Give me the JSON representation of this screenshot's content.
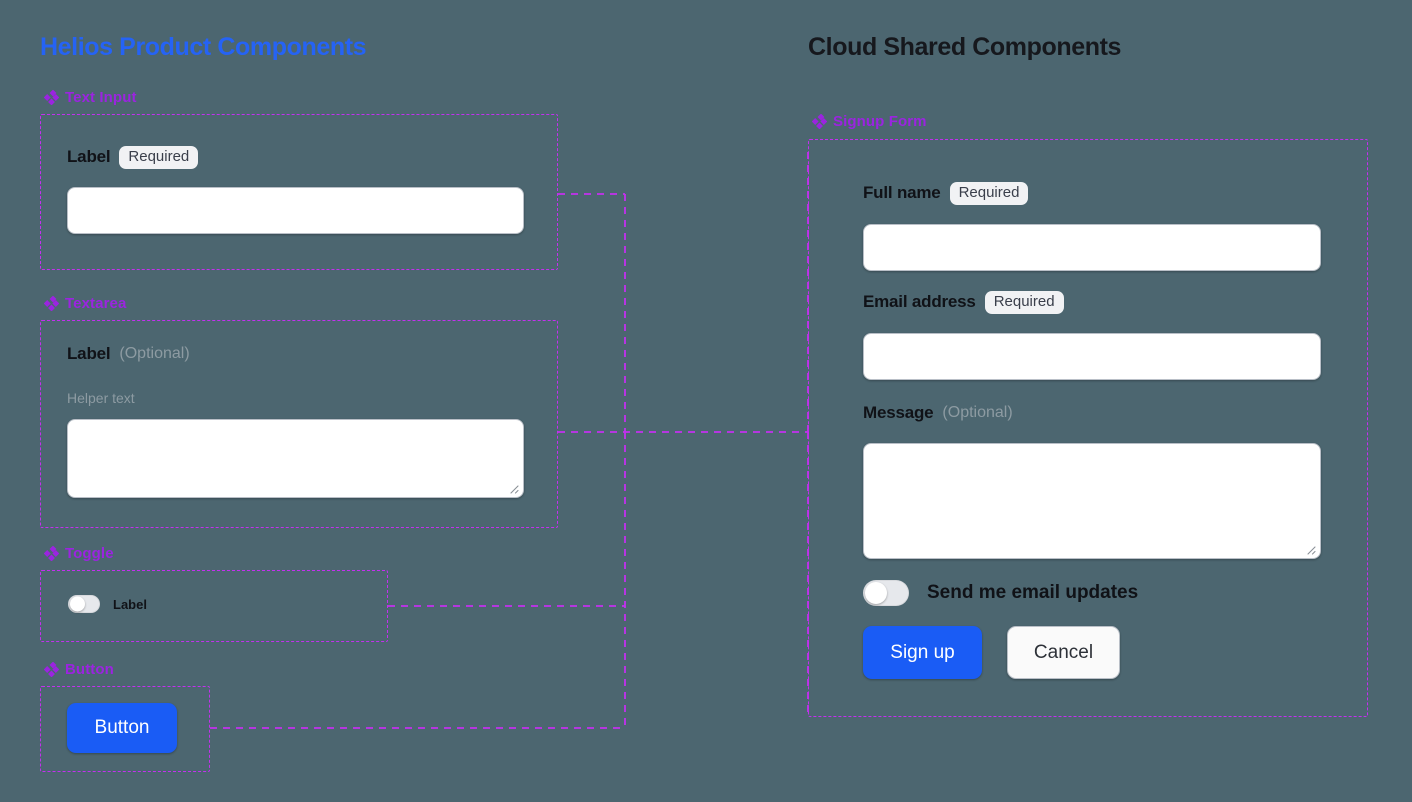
{
  "canvas": {
    "background": "#4c6670",
    "connector_color": "#c42ff0",
    "accent_purple": "#9b24e0",
    "accent_blue": "#2563f5",
    "primary_button": "#1a5cf5"
  },
  "left_column": {
    "title": "Helios Product Components",
    "sections": [
      {
        "caption": "Text Input",
        "icon": "components-diamond-icon",
        "label": "Label",
        "badge": "Required"
      },
      {
        "caption": "Textarea",
        "icon": "components-diamond-icon",
        "label": "Label",
        "optional": "(Optional)",
        "helper": "Helper text"
      },
      {
        "caption": "Toggle",
        "icon": "components-diamond-icon",
        "label": "Label"
      },
      {
        "caption": "Button",
        "icon": "components-diamond-icon",
        "button_label": "Button"
      }
    ]
  },
  "right_column": {
    "title": "Cloud Shared Components",
    "section": {
      "caption": "Signup Form",
      "icon": "components-diamond-icon"
    },
    "form": {
      "fields": [
        {
          "label": "Full name",
          "badge": "Required",
          "type": "text"
        },
        {
          "label": "Email address",
          "badge": "Required",
          "type": "text"
        },
        {
          "label": "Message",
          "optional": "(Optional)",
          "type": "textarea"
        }
      ],
      "toggle_label": "Send me email updates",
      "submit_label": "Sign up",
      "cancel_label": "Cancel"
    }
  }
}
